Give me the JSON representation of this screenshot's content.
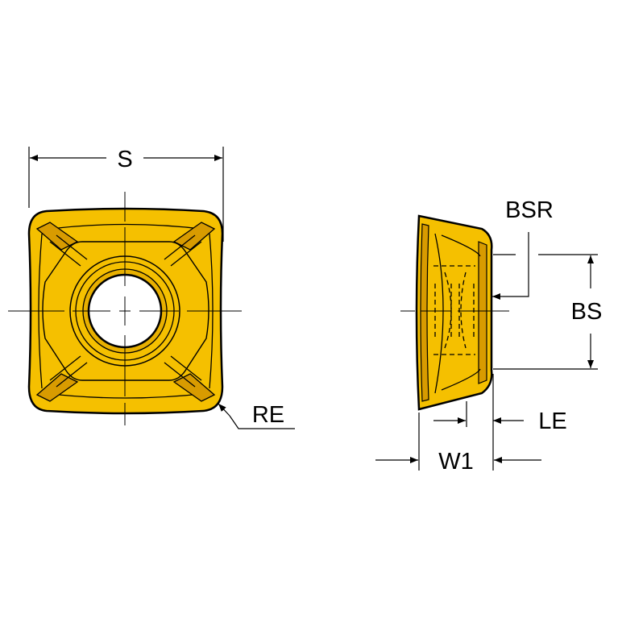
{
  "labels": {
    "s": "S",
    "re": "RE",
    "bsr": "BSR",
    "bs": "BS",
    "le": "LE",
    "w1": "W1"
  },
  "colors": {
    "insert_fill": "#f5c000",
    "insert_shade": "#d89b00",
    "outline": "#000000",
    "background": "#ffffff"
  }
}
